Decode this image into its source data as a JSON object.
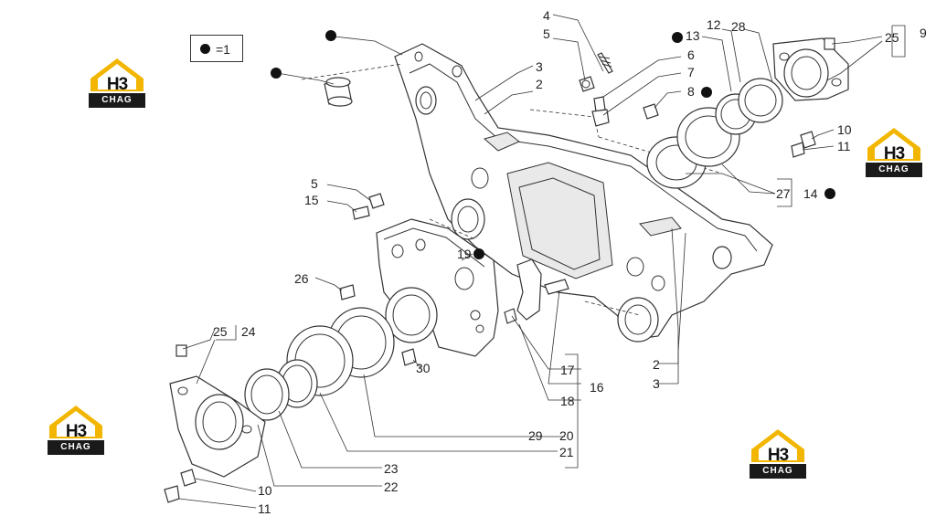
{
  "legend": {
    "marker": "●",
    "text": "=1"
  },
  "brand": {
    "mark": "H3",
    "name": "CHAG",
    "color_accent": "#f2b600",
    "color_dark": "#1a1a1a"
  },
  "callouts": {
    "c_2a": "2",
    "c_3a": "3",
    "c_4": "4",
    "c_5a": "5",
    "c_6": "6",
    "c_7": "7",
    "c_8": "8",
    "c_13": "13",
    "c_12": "12",
    "c_28": "28",
    "c_25a": "25",
    "c_9": "9",
    "c_10a": "10",
    "c_11a": "11",
    "c_27": "27",
    "c_14": "14",
    "c_5b": "5",
    "c_15": "15",
    "c_19": "19",
    "c_26": "26",
    "c_25b": "25",
    "c_24": "24",
    "c_30": "30",
    "c_17": "17",
    "c_16": "16",
    "c_18": "18",
    "c_29": "29",
    "c_20": "20",
    "c_21": "21",
    "c_23": "23",
    "c_22": "22",
    "c_10b": "10",
    "c_11b": "11",
    "c_2b": "2",
    "c_3b": "3"
  }
}
